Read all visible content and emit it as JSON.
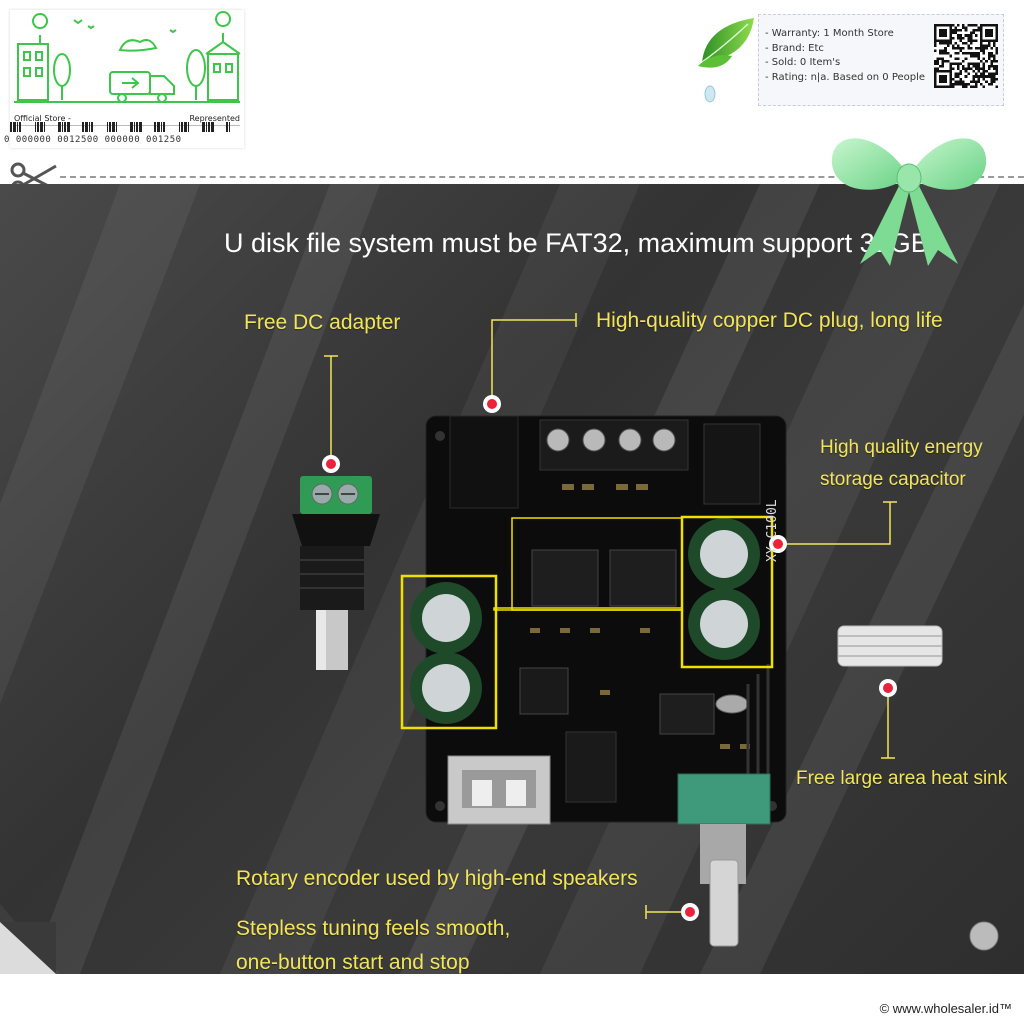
{
  "store_card": {
    "left_label": "Official Store -",
    "right_label": "Represented",
    "barcode_number": "0 000000 0012500 000000 001250"
  },
  "info_card": {
    "items": [
      "- Warranty: 1 Month Store",
      "- Brand: Etc",
      "- Sold: 0 Item's",
      "- Rating: n|a. Based on 0 People"
    ]
  },
  "product": {
    "headline": "U disk file system must be FAT32, maximum support 32GB",
    "board_label": "XY-C100L",
    "callouts": {
      "dc_adapter": "Free DC adapter",
      "dc_plug": "High-quality copper DC plug, long life",
      "capacitor_line1": "High quality energy",
      "capacitor_line2": "storage capacitor",
      "heat_sink": "Free large area heat sink",
      "encoder": "Rotary encoder used by high-end speakers",
      "tuning_line1": "Stepless tuning feels smooth,",
      "tuning_line2": "one-button start and stop"
    }
  },
  "footer": {
    "copyright": "© www.wholesaler.id™"
  },
  "colors": {
    "callout_text": "#f3e55a",
    "highlight_box": "#f0e000",
    "marker": "#e8233a",
    "ribbon": "#8fe3a0",
    "store_illustration": "#3cc64a"
  }
}
